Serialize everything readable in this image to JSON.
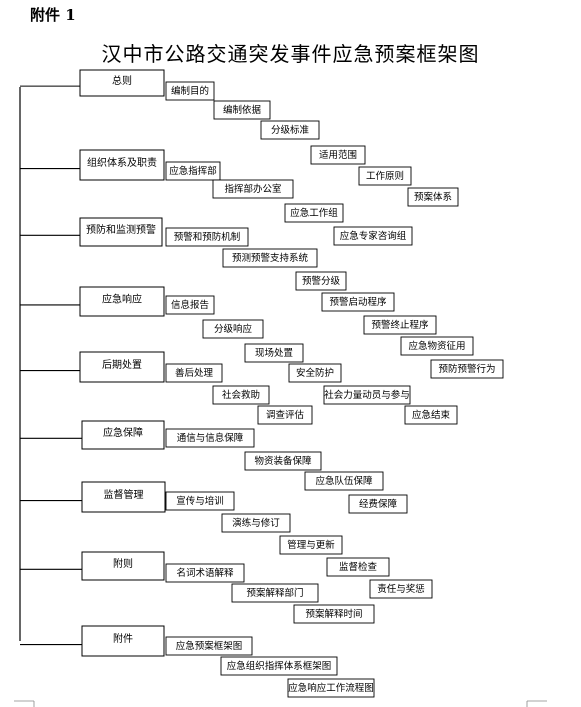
{
  "header": {
    "label": "附件 1",
    "title": "汉中市公路交通突发事件应急预案框架图"
  },
  "diagram": {
    "sections": [
      {
        "name": "总则",
        "items": [
          "编制目的",
          "编制依据",
          "分级标准",
          "适用范围",
          "工作原则",
          "预案体系"
        ]
      },
      {
        "name": "组织体系及职责",
        "items": [
          "应急指挥部",
          "指挥部办公室",
          "应急工作组",
          "应急专家咨询组"
        ]
      },
      {
        "name": "预防和监测预警",
        "items": [
          "预警和预防机制",
          "预测预警支持系统",
          "预警分级",
          "预警启动程序",
          "预警终止程序"
        ]
      },
      {
        "name": "应急响应",
        "items": [
          "信息报告",
          "分级响应",
          "现场处置",
          "应急物资征用",
          "预防预警行为"
        ]
      },
      {
        "name": "后期处置",
        "items": [
          "善后处理",
          "安全防护",
          "社会救助",
          "社会力量动员与参与",
          "调查评估",
          "应急结束"
        ]
      },
      {
        "name": "应急保障",
        "items": [
          "通信与信息保障",
          "物资装备保障",
          "应急队伍保障",
          "经费保障"
        ]
      },
      {
        "name": "监督管理",
        "items": [
          "宣传与培训",
          "演练与修订",
          "管理与更新",
          "监督检查",
          "责任与奖惩"
        ]
      },
      {
        "name": "附则",
        "items": [
          "名词术语解释",
          "预案解释部门",
          "预案解释时间"
        ]
      },
      {
        "name": "附件",
        "items": [
          "应急预案框架图",
          "应急组织指挥体系框架图",
          "应急响应工作流程图"
        ]
      }
    ]
  }
}
